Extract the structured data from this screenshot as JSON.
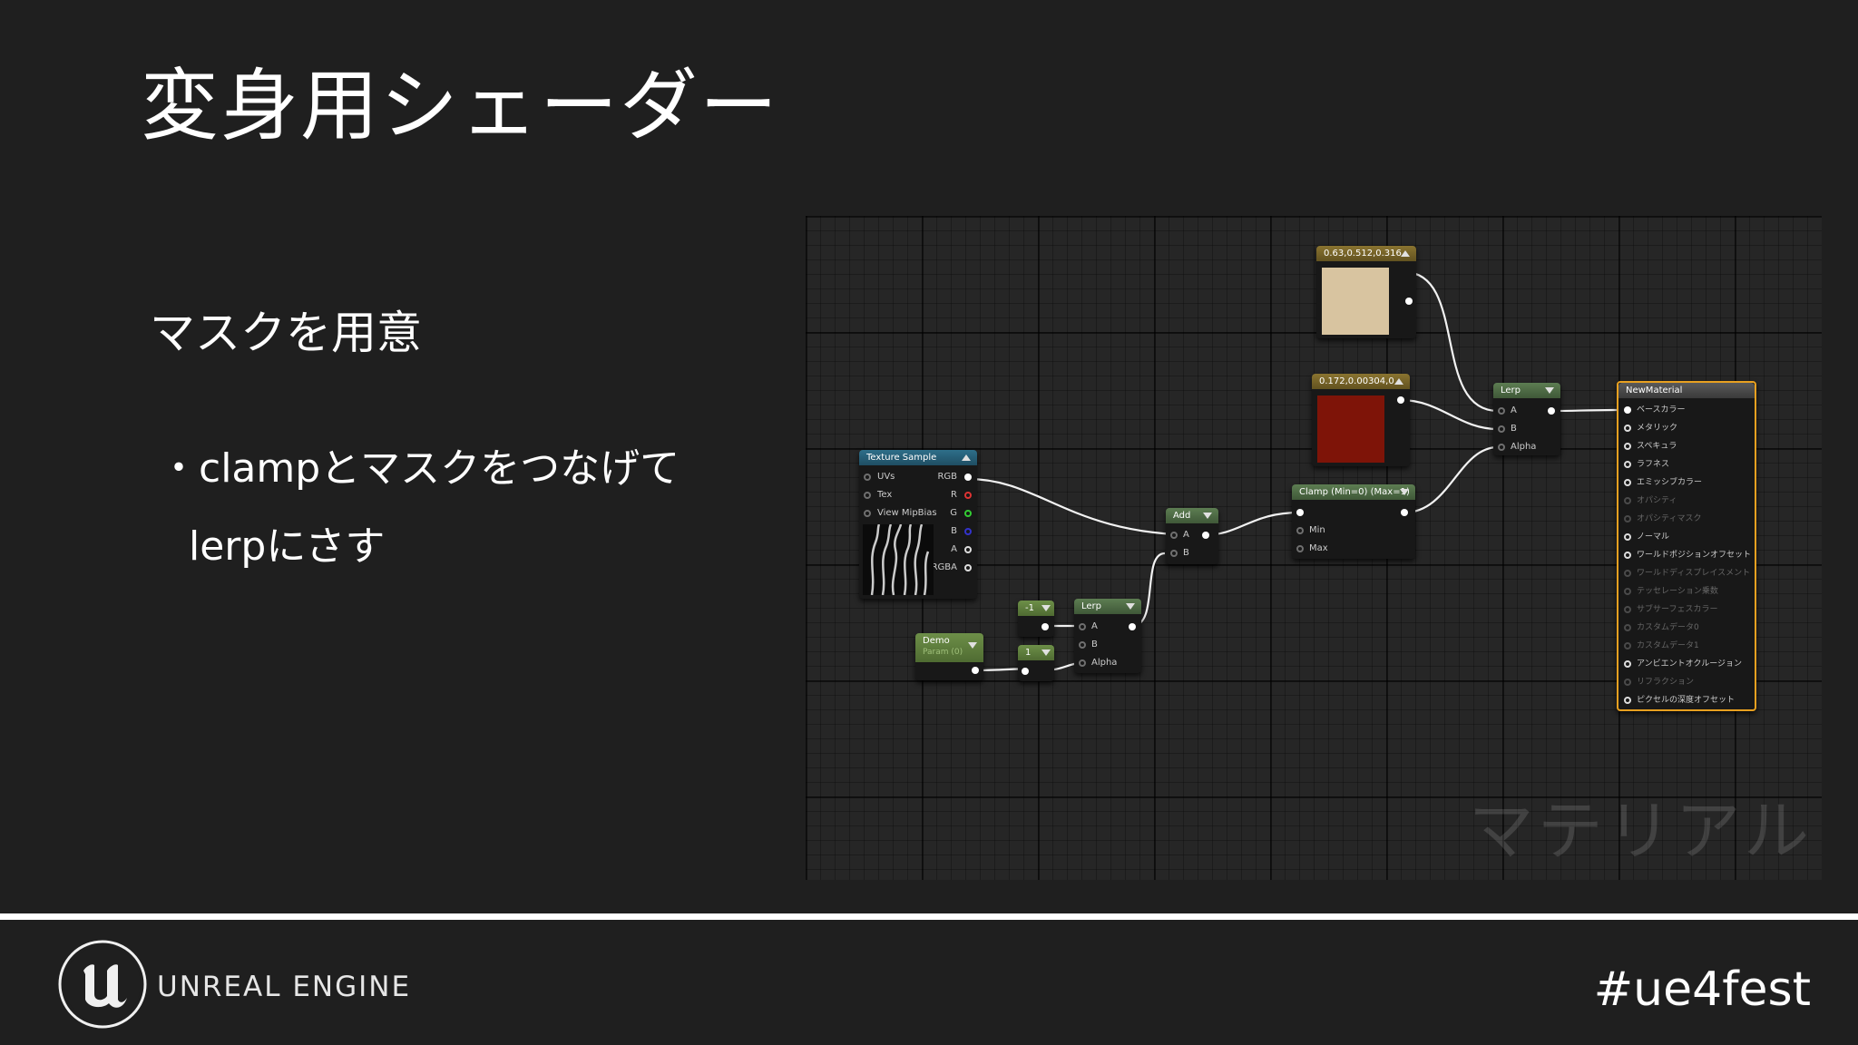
{
  "slide": {
    "title": "変身用シェーダー",
    "subtitle": "マスクを用意",
    "bullet_line1": "・clampとマスクをつなげて",
    "bullet_line2": "lerpにさす"
  },
  "graph": {
    "watermark": "マテリアル",
    "nodes": {
      "color_const_1": {
        "title": "0.63,0.512,0.316",
        "swatch": "#d8c4a0"
      },
      "color_const_2": {
        "title": "0.172,0.00304,0",
        "swatch": "#7e1408"
      },
      "lerp_top": {
        "title": "Lerp",
        "pin_a": "A",
        "pin_b": "B",
        "pin_alpha": "Alpha"
      },
      "texture_sample": {
        "title": "Texture Sample",
        "in_uvs": "UVs",
        "in_tex": "Tex",
        "in_mipbias": "View MipBias",
        "out_rgb": "RGB",
        "out_r": "R",
        "out_g": "G",
        "out_b": "B",
        "out_a": "A",
        "out_rgba": "RGBA"
      },
      "add": {
        "title": "Add",
        "pin_a": "A",
        "pin_b": "B"
      },
      "clamp": {
        "title": "Clamp (Min=0) (Max=1)",
        "pin_min": "Min",
        "pin_max": "Max"
      },
      "const_neg1": {
        "title": "-1"
      },
      "const_1": {
        "title": "1"
      },
      "lerp_bottom": {
        "title": "Lerp",
        "pin_a": "A",
        "pin_b": "B",
        "pin_alpha": "Alpha"
      },
      "demo_param": {
        "title": "Demo",
        "subtitle": "Param (0)"
      },
      "new_material": {
        "title": "NewMaterial",
        "pins": [
          {
            "label": "ベースカラー",
            "active": true
          },
          {
            "label": "メタリック",
            "active": true
          },
          {
            "label": "スペキュラ",
            "active": true
          },
          {
            "label": "ラフネス",
            "active": true
          },
          {
            "label": "エミッシブカラー",
            "active": true
          },
          {
            "label": "オパシティ",
            "active": false
          },
          {
            "label": "オパシティマスク",
            "active": false
          },
          {
            "label": "ノーマル",
            "active": true
          },
          {
            "label": "ワールドポジションオフセット",
            "active": true
          },
          {
            "label": "ワールドディスプレイスメント",
            "active": false
          },
          {
            "label": "テッセレーション乗数",
            "active": false
          },
          {
            "label": "サブサーフェスカラー",
            "active": false
          },
          {
            "label": "カスタムデータ0",
            "active": false
          },
          {
            "label": "カスタムデータ1",
            "active": false
          },
          {
            "label": "アンビエントオクルージョン",
            "active": true
          },
          {
            "label": "リフラクション",
            "active": false
          },
          {
            "label": "ピクセルの深度オフセット",
            "active": true
          }
        ]
      }
    },
    "colors": {
      "material_border": "#e8a020",
      "wire": "#ffffff"
    }
  },
  "footer": {
    "brand": "UNREAL ENGINE",
    "hashtag": "#ue4fest"
  }
}
